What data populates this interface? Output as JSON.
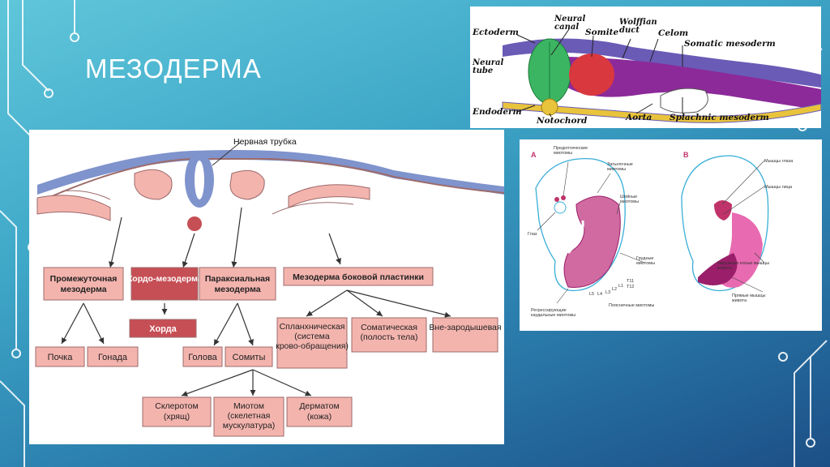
{
  "slide": {
    "title": "МЕЗОДЕРМА"
  },
  "embryo_cross_section": {
    "labels": {
      "ectoderm": "Ectoderm",
      "neural_canal": "Neural canal",
      "somite": "Somite",
      "wolffian_duct": "Wolffian duct",
      "celom": "Celom",
      "somatic_mesoderm": "Somatic mesoderm",
      "neural_tube": "Neural tube",
      "endoderm": "Endoderm",
      "notochord": "Notochord",
      "aorta": "Aorta",
      "splachnic_mesoderm": "Splachnic mesoderm"
    },
    "colors": {
      "neural_tube": "#3bb562",
      "somite": "#d9383f",
      "mesoderm": "#8c2a9a",
      "ectoderm": "#6a5bb6",
      "notochord": "#e8c33c"
    }
  },
  "mesoderm_tree": {
    "neural_tube_label": "Нервная трубка",
    "level1": {
      "intermediate": "Промежуточная мезодерма",
      "chordo": "Хордо-мезодерма",
      "paraxial": "Параксиальная мезодерма",
      "lateral": "Мезодерма боковой пластинки"
    },
    "level2": {
      "kidney": "Почка",
      "gonad": "Гонада",
      "chord": "Хорда",
      "head": "Голова",
      "somites": "Сомиты",
      "splanchnic": "Спланхническая (система крово-обращения)",
      "somatic": "Соматическая (полость тела)",
      "extraembryonic": "Вне-зародышевая"
    },
    "level3": {
      "sclerotome": "Склеротом (хрящ)",
      "myotome": "Миотом (скелетная мускулатура)",
      "dermatome": "Дерматом (кожа)"
    },
    "colors": {
      "box": "#f4b4ae",
      "box_dark": "#c64f55",
      "border": "#9d6b6b",
      "tube": "#7f93cc"
    }
  },
  "myotome_figure": {
    "panel_a_letter": "A",
    "panel_b_letter": "B",
    "labels_a": {
      "preoptic": "Предоптические миотомы",
      "occipital": "Затылочные миотомы",
      "cervical": "Шейные миотомы",
      "eye": "Глаз",
      "thoracic": "Грудные миотомы",
      "t11": "T11",
      "t12": "T12",
      "l1": "L1",
      "l2": "L2",
      "l3": "L3",
      "l4": "L4",
      "l5": "L5",
      "lumbar": "Поясничные миотомы",
      "regressing": "Регрессирующие каудальные миотомы"
    },
    "labels_b": {
      "eye_muscles": "Мышцы глаза",
      "face_muscles": "Мышцы лица",
      "oblique": "Наружные косые мышцы живота",
      "rectus": "Прямые мышцы живота"
    }
  }
}
